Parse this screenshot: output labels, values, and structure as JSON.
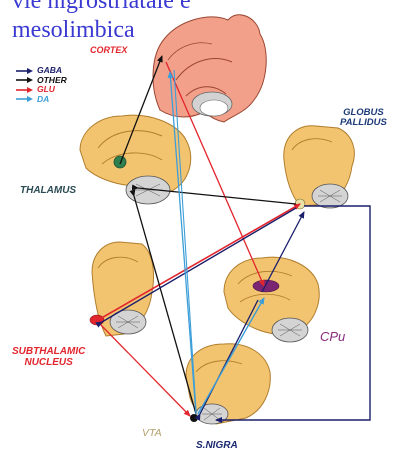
{
  "title_lines": [
    "vie nigrostriatale e",
    "mesolimbica"
  ],
  "legend": [
    {
      "label": "GABA",
      "color": "#1b1f6b"
    },
    {
      "label": "OTHER",
      "color": "#111111"
    },
    {
      "label": "GLU",
      "color": "#e2262e"
    },
    {
      "label": "DA",
      "color": "#3c9ed8"
    }
  ],
  "labels": {
    "cortex": "CORTEX",
    "thalamus": "THALAMUS",
    "globus_pallidus_line1": "GLOBUS",
    "globus_pallidus_line2": "PALLIDUS",
    "subthalamic_line1": "SUBTHALAMIC",
    "subthalamic_line2": "NUCLEUS",
    "cpu": "CPu",
    "vta": "VTA",
    "snigra": "S.NIGRA"
  },
  "colors": {
    "title": "#3a3ad2",
    "brain": "#f3c470",
    "brain_edge": "#b07d2c",
    "cortex_brain": "#f2a08a",
    "thalamus_label": "#2b4c55",
    "globus_label": "#1d3a78",
    "subthalamic_label": "#e2262e",
    "cpu_label": "#8a2a80",
    "vta_label": "#b4a06a",
    "snigra_label": "#1b2a70"
  }
}
